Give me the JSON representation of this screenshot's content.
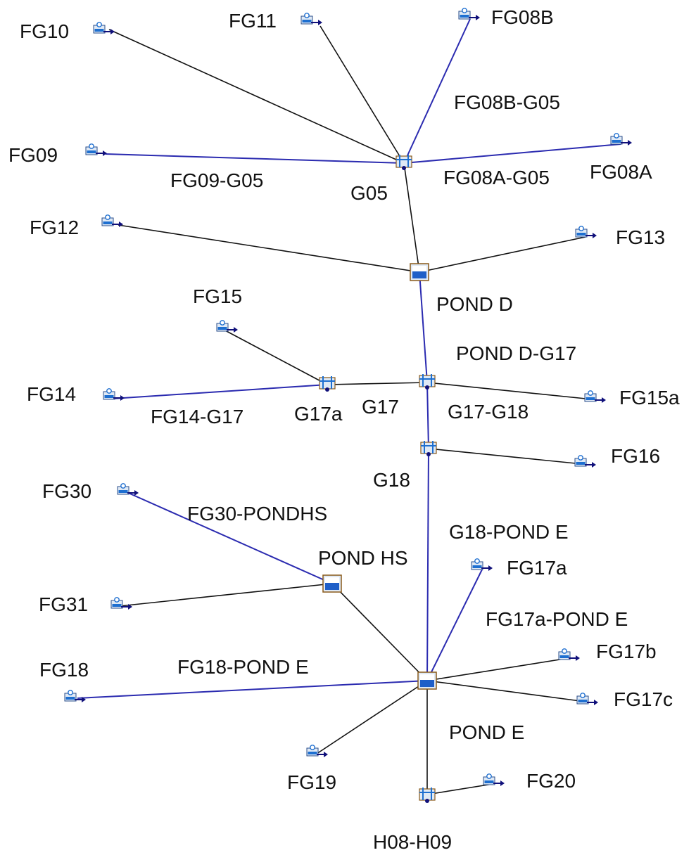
{
  "colors": {
    "blue_link": "#2b2bb0",
    "black_link": "#111111",
    "icon_blue": "#1e6fd0",
    "icon_bg": "#dfe9f5",
    "pond_fill": "#1f5fc8",
    "pond_border": "#8a5a1a",
    "arrow": "#10107a"
  },
  "subcatchments": [
    {
      "id": "FG10",
      "label": "FG10"
    },
    {
      "id": "FG11",
      "label": "FG11"
    },
    {
      "id": "FG08B",
      "label": "FG08B"
    },
    {
      "id": "FG09",
      "label": "FG09"
    },
    {
      "id": "FG08A",
      "label": "FG08A"
    },
    {
      "id": "FG12",
      "label": "FG12"
    },
    {
      "id": "FG13",
      "label": "FG13"
    },
    {
      "id": "FG15",
      "label": "FG15"
    },
    {
      "id": "FG14",
      "label": "FG14"
    },
    {
      "id": "FG15a",
      "label": "FG15a"
    },
    {
      "id": "FG16",
      "label": "FG16"
    },
    {
      "id": "FG30",
      "label": "FG30"
    },
    {
      "id": "FG17a",
      "label": "FG17a"
    },
    {
      "id": "FG31",
      "label": "FG31"
    },
    {
      "id": "FG17b",
      "label": "FG17b"
    },
    {
      "id": "FG18",
      "label": "FG18"
    },
    {
      "id": "FG17c",
      "label": "FG17c"
    },
    {
      "id": "FG19",
      "label": "FG19"
    },
    {
      "id": "FG20",
      "label": "FG20"
    }
  ],
  "junctions": [
    {
      "id": "G05",
      "label": "G05"
    },
    {
      "id": "G17a",
      "label": "G17a"
    },
    {
      "id": "G17",
      "label": "G17"
    },
    {
      "id": "G18",
      "label": "G18"
    },
    {
      "id": "H08-H09",
      "label": "H08-H09"
    }
  ],
  "ponds": [
    {
      "id": "POND D",
      "label": "POND D"
    },
    {
      "id": "POND HS",
      "label": "POND HS"
    },
    {
      "id": "POND E",
      "label": "POND E"
    }
  ],
  "links": [
    {
      "id": "FG08B-G05",
      "label": "FG08B-G05"
    },
    {
      "id": "FG09-G05",
      "label": "FG09-G05"
    },
    {
      "id": "FG08A-G05",
      "label": "FG08A-G05"
    },
    {
      "id": "POND D-G17",
      "label": "POND D-G17"
    },
    {
      "id": "FG14-G17",
      "label": "FG14-G17"
    },
    {
      "id": "G17-G18",
      "label": "G17-G18"
    },
    {
      "id": "FG30-PONDHS",
      "label": "FG30-PONDHS"
    },
    {
      "id": "G18-POND E",
      "label": "G18-POND E"
    },
    {
      "id": "FG17a-POND E",
      "label": "FG17a-POND E"
    },
    {
      "id": "FG18-POND E",
      "label": "FG18-POND E"
    }
  ]
}
